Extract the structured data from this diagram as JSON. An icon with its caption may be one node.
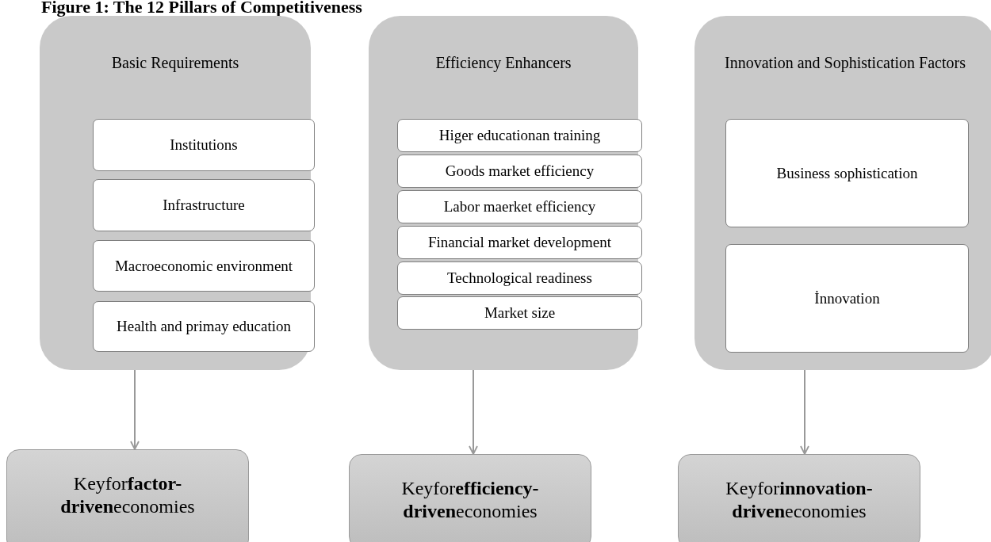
{
  "diagram": {
    "title": "Figure 1: The 12 Pillars of Competitiveness",
    "nodes": [
      {
        "text": [
          "Basic Requirements"
        ]
      },
      {
        "text": [
          "Institutions"
        ],
        "in": 0
      },
      {
        "text": [
          "Infrastructure"
        ],
        "in": 0
      },
      {
        "text": [
          "Macroeconomic environment"
        ],
        "in": 0
      },
      {
        "text": [
          "Health and primay education"
        ],
        "in": 0
      },
      {
        "text": [
          "Efficiency Enhancers"
        ]
      },
      {
        "text": [
          "Higer educationan training"
        ],
        "in": 5
      },
      {
        "text": [
          "Goods market efficiency"
        ],
        "in": 5
      },
      {
        "text": [
          "Labor maerket efficiency"
        ],
        "in": 5
      },
      {
        "text": [
          "Financial market development"
        ],
        "in": 5
      },
      {
        "text": [
          "Technological readiness"
        ],
        "in": 5
      },
      {
        "text": [
          "Market size"
        ],
        "in": 5
      },
      {
        "text": [
          "Innovation and Sophistication Factors"
        ]
      },
      {
        "text": [
          "Business sophistication"
        ],
        "in": 12
      },
      {
        "text": [
          "İnnovation"
        ],
        "in": 12
      },
      {
        "text": [
          "Keyfor**factor-driven**economies"
        ]
      },
      {
        "text": [
          "Keyfor**efficiency-driven**economies"
        ]
      },
      {
        "text": [
          "Keyfor**innovation-driven**economies"
        ]
      }
    ],
    "edges": [
      {
        "from": 0,
        "to": 15,
        "arrow": "to"
      },
      {
        "from": 5,
        "to": 16,
        "arrow": "to"
      },
      {
        "from": 12,
        "to": 17,
        "arrow": "to"
      }
    ]
  }
}
